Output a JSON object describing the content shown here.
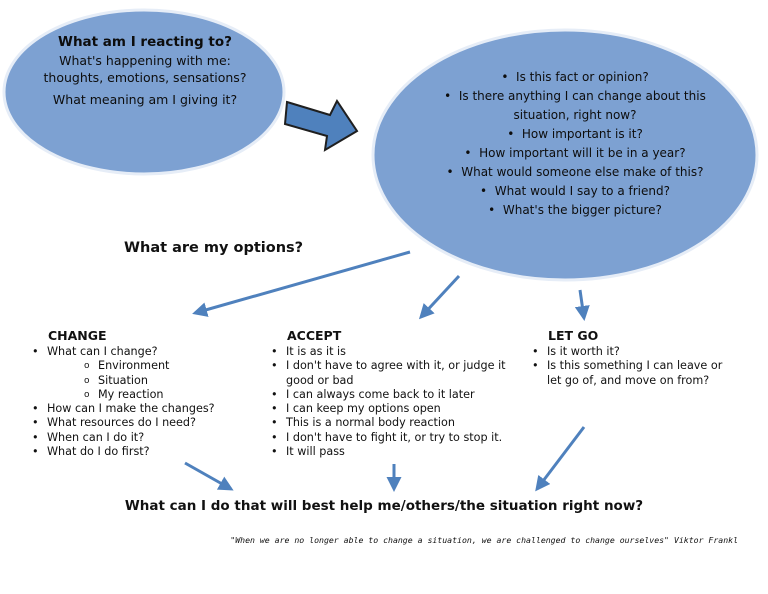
{
  "colors": {
    "bubble_fill": "#7da1d2",
    "bubble_stroke": "#e6edf7",
    "arrow": "#4f81bd",
    "arrow_outline": "#1f1f1f"
  },
  "reacting": {
    "title": "What am I reacting to?",
    "happening": "What's happening with me:  thoughts, emotions, sensations?",
    "meaning": "What meaning am I giving it?"
  },
  "questions": [
    "Is this fact or opinion?",
    "Is there anything I can change about this situation, right now?",
    "How important is it?",
    "How important will it be in a year?",
    "What would someone else make of this?",
    "What would I say to a friend?",
    "What's the bigger picture?"
  ],
  "options_label": "What are my options?",
  "change": {
    "heading": "CHANGE",
    "items": [
      "What can I change?",
      "How can I make the changes?",
      "What resources do I need?",
      "When can I do it?",
      "What do I do first?"
    ],
    "subitems": [
      "Environment",
      "Situation",
      "My reaction"
    ]
  },
  "accept": {
    "heading": "ACCEPT",
    "items": [
      "It is as it is",
      "I don't have to agree with it, or judge it good or bad",
      "I can always come back to it later",
      "I can keep my options open",
      "This is a normal body reaction",
      "I don't have to fight it, or try to stop it.",
      "It will pass"
    ]
  },
  "letgo": {
    "heading": "LET GO",
    "items": [
      "Is it worth it?",
      "Is this something I can leave or let go of, and move on from?"
    ]
  },
  "bottom_question": "What can I do that will best help me/others/the situation right now?",
  "quote": "\"When we are no longer able to change a situation, we are challenged to change ourselves\"  Viktor Frankl"
}
